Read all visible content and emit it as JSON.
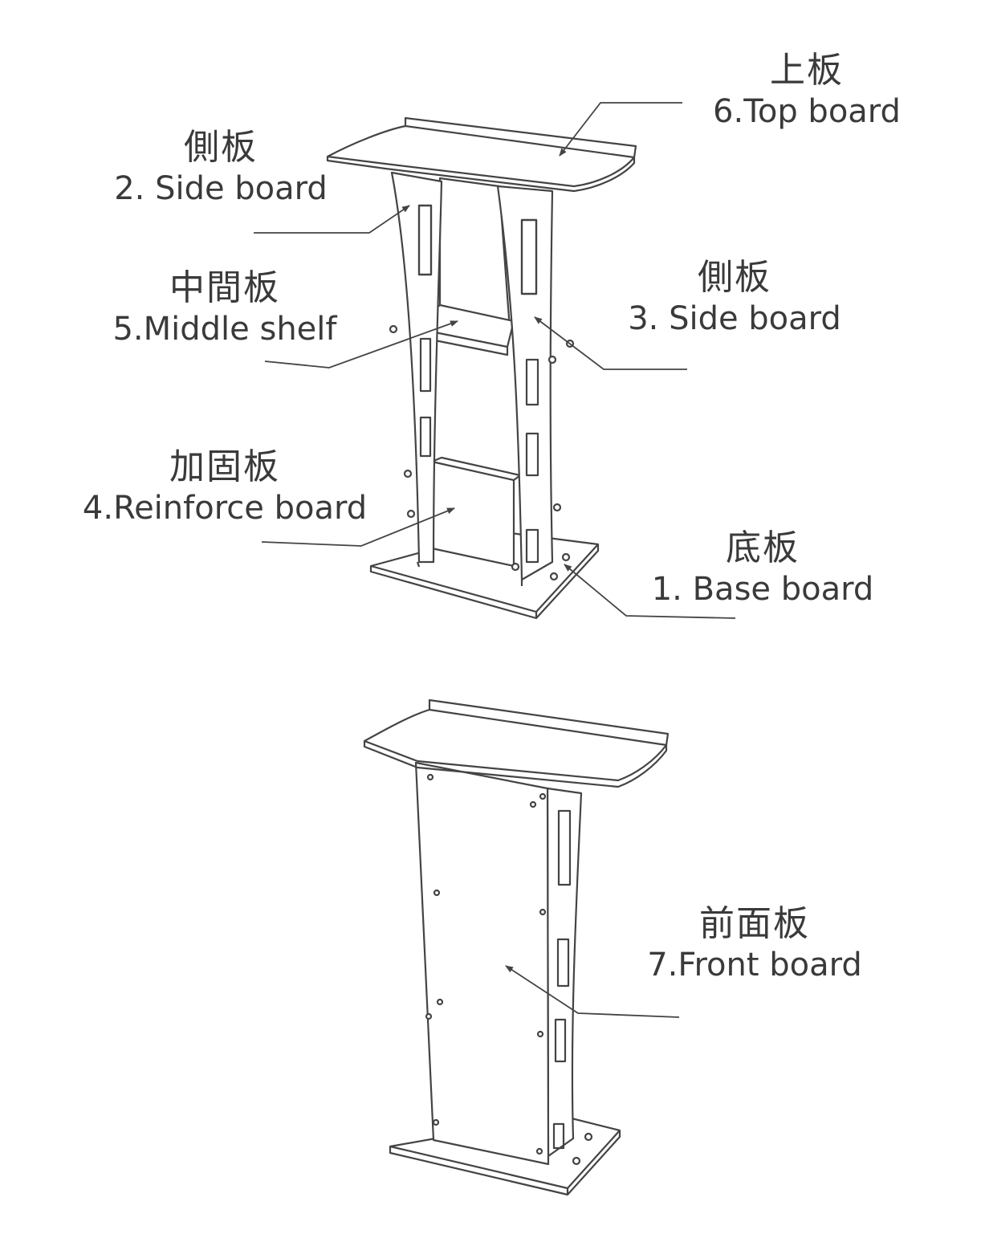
{
  "colors": {
    "line": "#444444",
    "text": "#3a3a3a",
    "background": "#ffffff"
  },
  "callouts": {
    "top_board": {
      "zh": "上板",
      "en": "6.Top board"
    },
    "side_board_left": {
      "zh": "側板",
      "en": "2. Side board"
    },
    "middle_shelf": {
      "zh": "中間板",
      "en": "5.Middle shelf"
    },
    "side_board_right": {
      "zh": "側板",
      "en": "3. Side board"
    },
    "reinforce_board": {
      "zh": "加固板",
      "en": "4.Reinforce board"
    },
    "base_board": {
      "zh": "底板",
      "en": "1. Base board"
    },
    "front_board": {
      "zh": "前面板",
      "en": "7.Front board"
    }
  }
}
